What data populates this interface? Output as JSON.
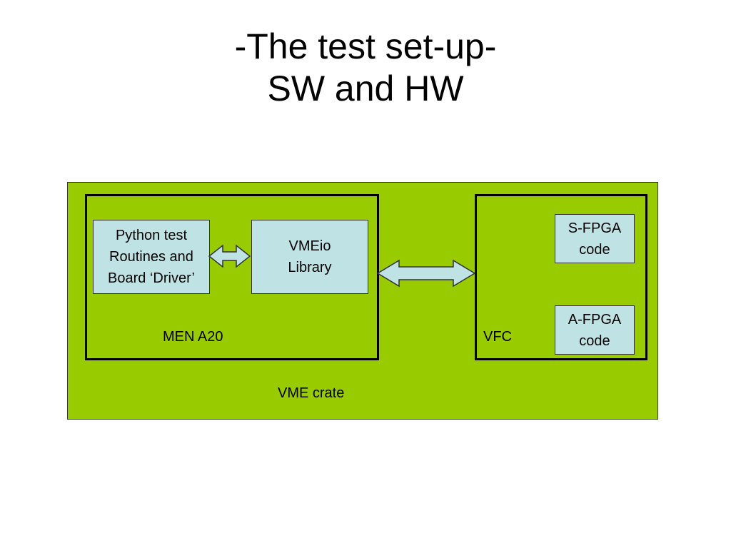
{
  "title": {
    "line1": "-The test set-up-",
    "line2": "SW and HW"
  },
  "diagram": {
    "crate_label": "VME crate",
    "crate_color": "#99cc00",
    "box_color": "#bfe3e4",
    "men_board": {
      "label": "MEN A20",
      "python_box": "Python test\nRoutines and\nBoard ‘Driver’",
      "vmeio_box": "VMEio\nLibrary"
    },
    "vfc_board": {
      "label": "VFC",
      "sfpga_box": "S-FPGA\ncode",
      "afpga_box": "A-FPGA\ncode"
    },
    "connections": [
      {
        "from": "python-box",
        "to": "vmeio-box",
        "type": "bidirectional"
      },
      {
        "from": "men-a20-board",
        "to": "vfc-board",
        "type": "bidirectional"
      }
    ]
  }
}
